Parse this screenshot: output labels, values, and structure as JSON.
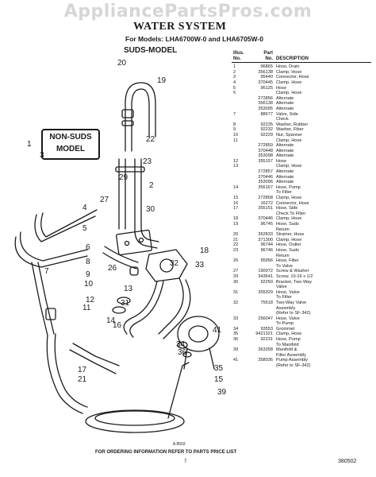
{
  "watermark": "AppliancePartsPros.com",
  "title": "WATER SYSTEM",
  "models_line": "For Models: LHA6700W-0 and LHA6705W-0",
  "suds_model_label": "SUDS-MODEL",
  "nonsuds_line1": "NON-SUDS",
  "nonsuds_line2": "MODEL",
  "columns": {
    "illus_1": "Illus.",
    "illus_2": "No.",
    "part_1": "Part",
    "part_2": "No.",
    "desc": "DESCRIPTION"
  },
  "parts": [
    {
      "no": "1",
      "part": "96865",
      "desc": "Hose, Drain"
    },
    {
      "no": "2",
      "part": "356138",
      "desc": "Clamp, Hose"
    },
    {
      "no": "3",
      "part": "95440",
      "desc": "Connector, Hose"
    },
    {
      "no": "4",
      "part": "370445",
      "desc": "Clamp, Hose"
    },
    {
      "no": "5",
      "part": "96125",
      "desc": "Hose"
    },
    {
      "no": "6",
      "part": "",
      "desc": "Clamp, Hose"
    },
    {
      "no": "",
      "part": "272856",
      "desc": "Alternate"
    },
    {
      "no": "",
      "part": "356138",
      "desc": "Alternate"
    },
    {
      "no": "",
      "part": "353095",
      "desc": "Alternate"
    },
    {
      "no": "7",
      "part": "88677",
      "desc": "Valve, Side"
    },
    {
      "no": "",
      "part": "",
      "desc": "Check"
    },
    {
      "no": "8",
      "part": "92235",
      "desc": "Washer, Rubber"
    },
    {
      "no": "9",
      "part": "92232",
      "desc": "Washer, Fiber"
    },
    {
      "no": "10",
      "part": "92229",
      "desc": "Nut, Spanner"
    },
    {
      "no": "11",
      "part": "",
      "desc": "Clamp, Hose"
    },
    {
      "no": "",
      "part": "272859",
      "desc": "Alternate"
    },
    {
      "no": "",
      "part": "370448",
      "desc": "Alternate"
    },
    {
      "no": "",
      "part": "353098",
      "desc": "Alternate"
    },
    {
      "no": "12",
      "part": "355157",
      "desc": "Hose"
    },
    {
      "no": "13",
      "part": "",
      "desc": "Clamp, Hose"
    },
    {
      "no": "",
      "part": "272857",
      "desc": "Alternate"
    },
    {
      "no": "",
      "part": "370446",
      "desc": "Alternate"
    },
    {
      "no": "",
      "part": "353096",
      "desc": "Alternate"
    },
    {
      "no": "14",
      "part": "356167",
      "desc": "Hose, Pump"
    },
    {
      "no": "",
      "part": "",
      "desc": "To Filter"
    },
    {
      "no": "15",
      "part": "272858",
      "desc": "Clamp, Hose"
    },
    {
      "no": "16",
      "part": "16272",
      "desc": "Connector, Hose"
    },
    {
      "no": "17",
      "part": "355151",
      "desc": "Hose, Side"
    },
    {
      "no": "",
      "part": "",
      "desc": "Check To Filter"
    },
    {
      "no": "18",
      "part": "370446",
      "desc": "Clamp, Hose"
    },
    {
      "no": "19",
      "part": "96745",
      "desc": "Hose, Suds"
    },
    {
      "no": "",
      "part": "",
      "desc": "Return"
    },
    {
      "no": "20",
      "part": "352833",
      "desc": "Strainer, Hose"
    },
    {
      "no": "21",
      "part": "371300",
      "desc": "Clamp, Hose"
    },
    {
      "no": "22",
      "part": "96744",
      "desc": "Hose, Outlet"
    },
    {
      "no": "23",
      "part": "96746",
      "desc": "Hose, Suds"
    },
    {
      "no": "",
      "part": "",
      "desc": "Return"
    },
    {
      "no": "26",
      "part": "95956",
      "desc": "Hose, Filter"
    },
    {
      "no": "",
      "part": "",
      "desc": "To Valve"
    },
    {
      "no": "27",
      "part": "190072",
      "desc": "Screw & Washer"
    },
    {
      "no": "29",
      "part": "343641",
      "desc": "Screw, 10-16 x 1/2"
    },
    {
      "no": "30",
      "part": "92250",
      "desc": "Bracket, Two-Way"
    },
    {
      "no": "",
      "part": "",
      "desc": "Valve"
    },
    {
      "no": "31",
      "part": "355329",
      "desc": "Hose, Valve"
    },
    {
      "no": "",
      "part": "",
      "desc": "To Filter"
    },
    {
      "no": "32",
      "part": "75618",
      "desc": "Two-Way Valve"
    },
    {
      "no": "",
      "part": "",
      "desc": "Assembly"
    },
    {
      "no": "",
      "part": "",
      "desc": "(Refer to SF-342)"
    },
    {
      "no": "33",
      "part": "256047",
      "desc": "Hose, Valve"
    },
    {
      "no": "",
      "part": "",
      "desc": "To Pump"
    },
    {
      "no": "34",
      "part": "93553",
      "desc": "Grommet"
    },
    {
      "no": "35",
      "part": "9421321",
      "desc": "Clamp, Hose"
    },
    {
      "no": "36",
      "part": "92231",
      "desc": "Hose, Pump"
    },
    {
      "no": "",
      "part": "",
      "desc": "To Manifold"
    },
    {
      "no": "39",
      "part": "363358",
      "desc": "Manifold &"
    },
    {
      "no": "",
      "part": "",
      "desc": "Filter Assembly"
    },
    {
      "no": "41",
      "part": "358036",
      "desc": "Pump Assembly"
    },
    {
      "no": "",
      "part": "",
      "desc": "(Refer to SF-342)"
    }
  ],
  "callouts": [
    "1",
    "2",
    "3",
    "4",
    "5",
    "6",
    "7",
    "8",
    "9",
    "10",
    "11",
    "12",
    "13",
    "14",
    "15",
    "16",
    "17",
    "18",
    "19",
    "20",
    "21",
    "22",
    "23",
    "26",
    "27",
    "29",
    "30",
    "31",
    "32",
    "33",
    "34",
    "35",
    "36",
    "39",
    "41"
  ],
  "diagram_code": "A 8503",
  "footer_note": "FOR ORDERING INFORMATION REFER TO PARTS PRICE LIST",
  "page_number": "7",
  "doc_number": "380502"
}
